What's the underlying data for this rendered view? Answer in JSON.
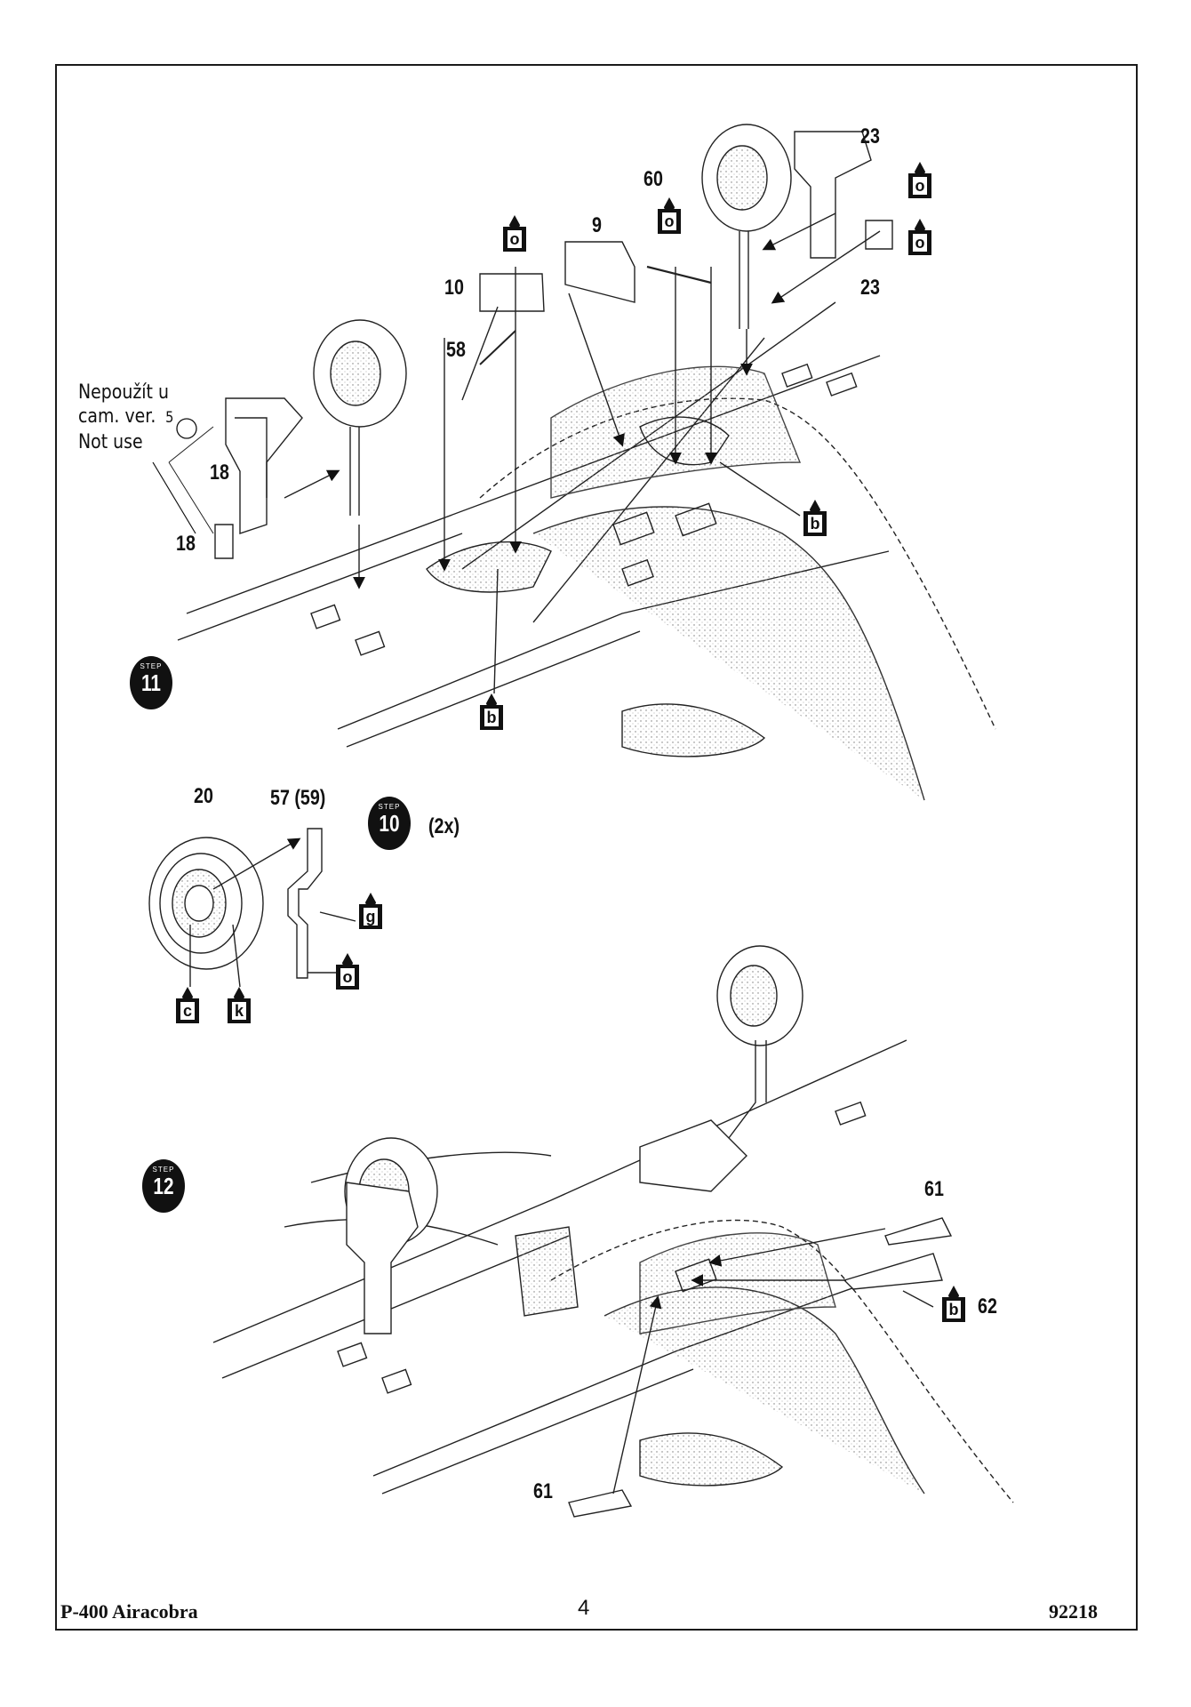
{
  "footer": {
    "model": "P-400 Airacobra",
    "page": "4",
    "kit_no": "92218"
  },
  "steps": {
    "step_word": "STEP",
    "s10": "10",
    "s11": "11",
    "s12": "12",
    "s10_qty": "(2x)"
  },
  "note": {
    "line1": "Nepoužít u",
    "line2": "cam. ver.",
    "version": "5",
    "line3": "Not use"
  },
  "parts": {
    "p23a": "23",
    "p23b": "23",
    "p60": "60",
    "p9": "9",
    "p10": "10",
    "p58": "58",
    "p18a": "18",
    "p18b": "18",
    "p20": "20",
    "p57": "57 (59)",
    "p61a": "61",
    "p61b": "61",
    "p62": "62"
  },
  "paints": {
    "pa1": "o",
    "pa2": "o",
    "pa3": "o",
    "pa4": "o",
    "pa5": "b",
    "pa6": "b",
    "pa7": "g",
    "pa8": "o",
    "pa9": "c",
    "pa10": "k",
    "pa11": "b"
  }
}
